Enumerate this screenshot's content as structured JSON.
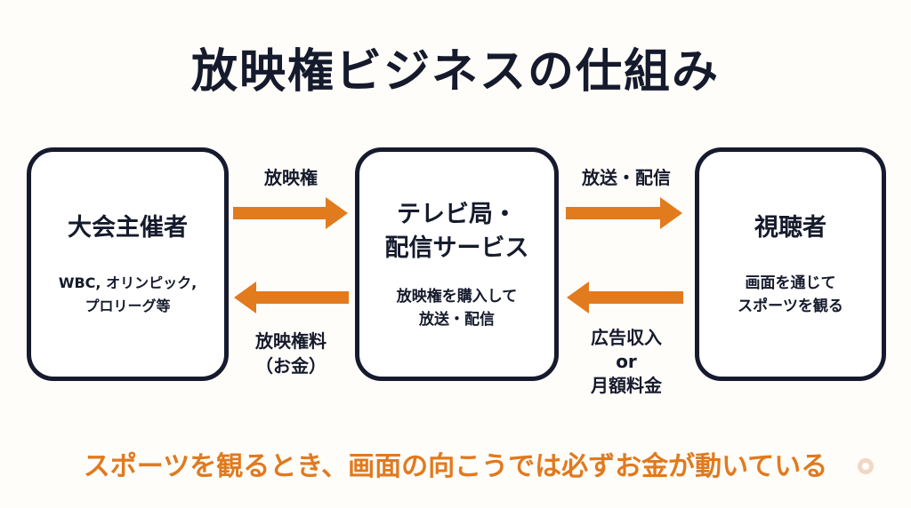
{
  "title": "放映権ビジネスの仕組み",
  "colors": {
    "arrow": "#e27a1e",
    "border": "#161a2e",
    "text": "#151a2c",
    "accent_text": "#e07a1f"
  },
  "nodes": {
    "organizer": {
      "title": "大会主催者",
      "subtitle": "WBC, オリンピック,\nプロリーグ等"
    },
    "broadcaster": {
      "title": "テレビ局・\n配信サービス",
      "subtitle": "放映権を購入して\n放送・配信"
    },
    "viewer": {
      "title": "視聴者",
      "subtitle": "画面を通じて\nスポーツを観る"
    }
  },
  "flows": {
    "rights": "放映権",
    "broadcast": "放送・配信",
    "rights_fee": "放映権料\n（お金）",
    "revenue": "広告収入\nor\n月額料金"
  },
  "footer": "スポーツを観るとき、画面の向こうでは必ずお金が動いている"
}
